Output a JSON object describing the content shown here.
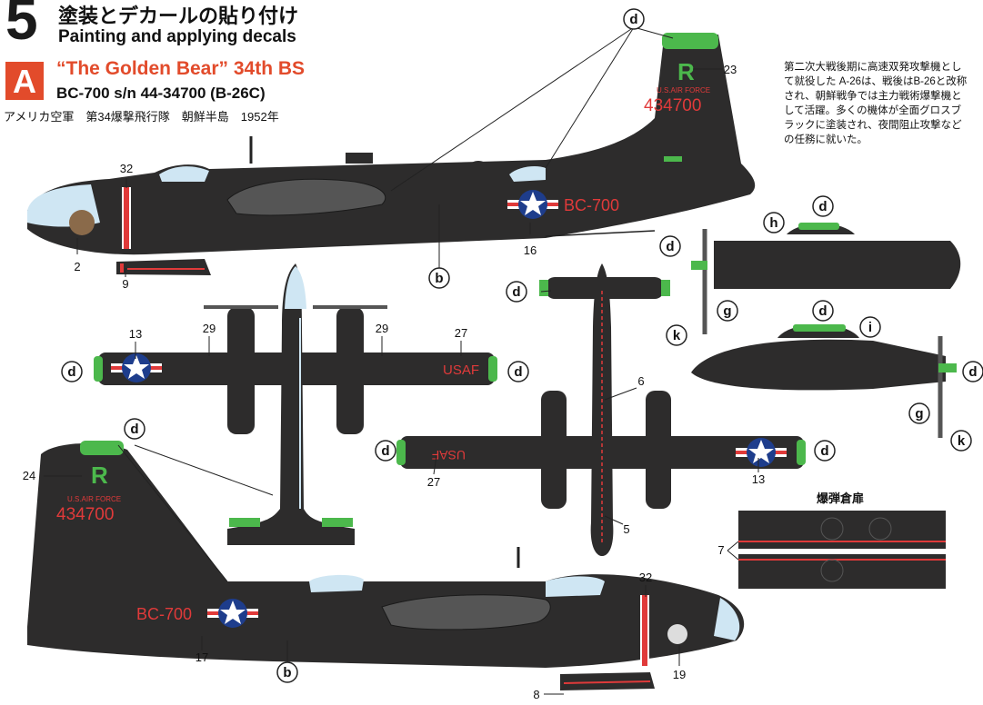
{
  "header": {
    "step_number": "5",
    "title_ja": "塗装とデカールの貼り付け",
    "title_en": "Painting and applying decals"
  },
  "variant": {
    "badge": "A",
    "name": "“The Golden Bear” 34th BS",
    "serial": "BC-700   s/n 44-34700   (B-26C)",
    "unit": "アメリカ空軍　第34爆撃飛行隊　朝鮮半島　1952年"
  },
  "description": "第二次大戦後期に高速双発攻撃機として就役した A-26は、戦後はB-26と改称され、朝鮮戦争では主力戦術爆撃機として活躍。多くの機体が全面グロスブラックに塗装され、夜間阻止攻撃などの任務に就いた。",
  "markings": {
    "tail_letter": "R",
    "tail_text": "U.S.AIR FORCE",
    "tail_serial": "434700",
    "fuselage_code": "BC-700",
    "wing_text": "USAF",
    "wing_text_mirror": "USAF"
  },
  "callouts": {
    "letters": {
      "b": "b",
      "d": "d",
      "g": "g",
      "h": "h",
      "i": "i",
      "k": "k"
    },
    "numbers": {
      "n2": "2",
      "n5": "5",
      "n6": "6",
      "n7": "7",
      "n8": "8",
      "n9": "9",
      "n13": "13",
      "n16": "16",
      "n17": "17",
      "n19": "19",
      "n23": "23",
      "n24": "24",
      "n27": "27",
      "n29": "29",
      "n32": "32"
    }
  },
  "bomb_door": {
    "title": "爆弾倉扉"
  },
  "colors": {
    "fuselage": "#2d2c2c",
    "panel": "#3a3939",
    "accent_green": "#4cb84c",
    "glass": "#cfe6f3",
    "red": "#e03a3a",
    "roundel_blue": "#1e3d8c",
    "badge_red": "#e24b2b"
  }
}
